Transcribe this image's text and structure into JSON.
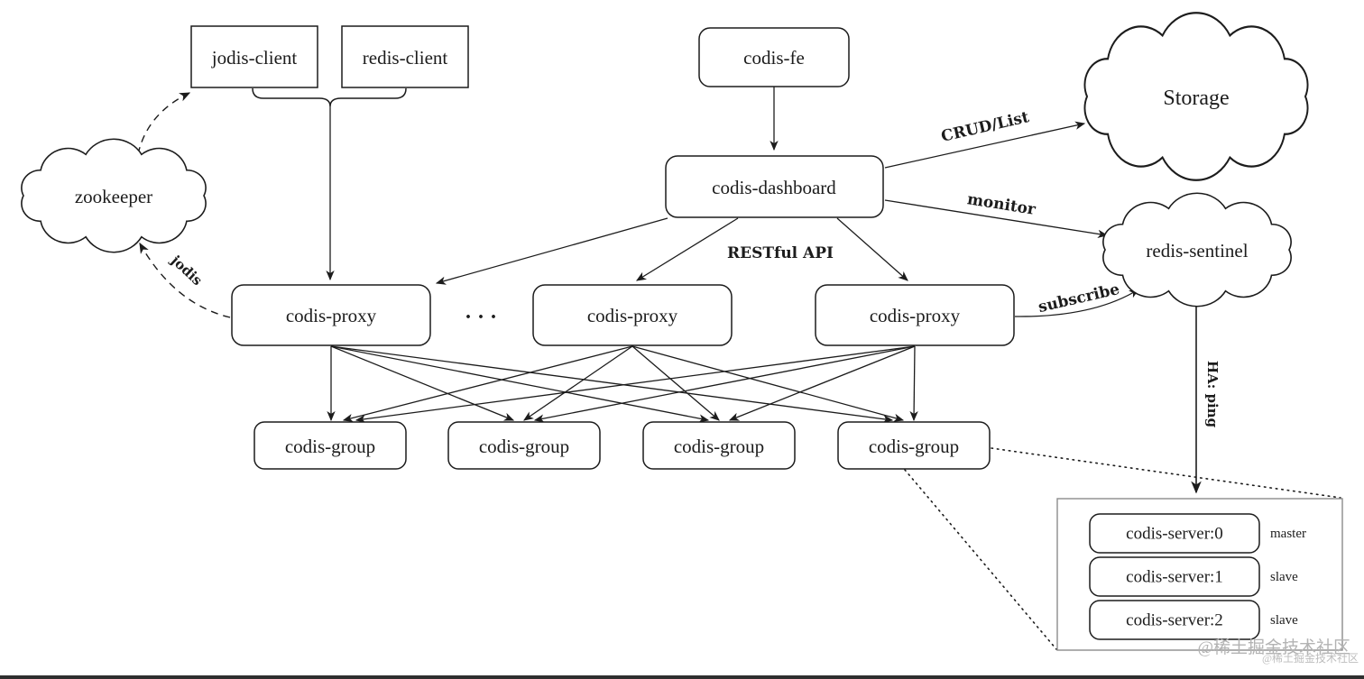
{
  "diagram": {
    "clients": {
      "jodis": "jodis-client",
      "redis": "redis-client"
    },
    "frontend": "codis-fe",
    "dashboard": "codis-dashboard",
    "clouds": {
      "zookeeper": "zookeeper",
      "storage": "Storage",
      "sentinel": "redis-sentinel"
    },
    "proxies": [
      "codis-proxy",
      "codis-proxy",
      "codis-proxy"
    ],
    "proxy_ellipsis": "· · ·",
    "groups": [
      "codis-group",
      "codis-group",
      "codis-group",
      "codis-group"
    ],
    "servers": [
      {
        "name": "codis-server:0",
        "role": "master"
      },
      {
        "name": "codis-server:1",
        "role": "slave"
      },
      {
        "name": "codis-server:2",
        "role": "slave"
      }
    ],
    "edge_labels": {
      "crud_list": "CRUD/List",
      "monitor": "monitor",
      "restful_api": "RESTful API",
      "subscribe": "subscribe",
      "jodis": "jodis",
      "ha_ping": "HA: ping"
    },
    "watermark": "@稀土掘金技术社区",
    "colors": {
      "ink": "#1c1c1c",
      "background": "#ffffff",
      "container_border": "#8c8c8c",
      "watermark": "#b5b5b5"
    }
  }
}
